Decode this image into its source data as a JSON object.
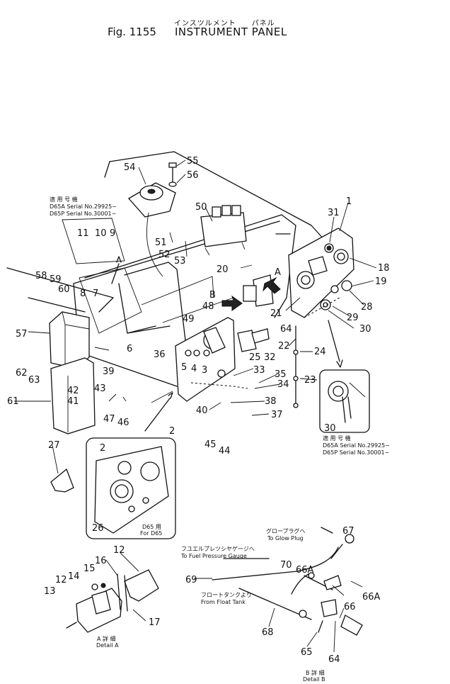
{
  "header": {
    "title_jp": "インスツルメント　　パネル",
    "fig_number": "Fig. 1155",
    "title": "INSTRUMENT PANEL"
  },
  "serial_notes": {
    "top_left": {
      "jp": "適 用 号 機",
      "line1": "D65A Serial No.29925~",
      "line2": "D65P Serial No.30001~"
    },
    "right": {
      "jp": "適 用 号 機",
      "line1": "D65A Serial No.29925~",
      "line2": "D65P Serial No.30001~"
    }
  },
  "variant_note": {
    "jp": "D65 用",
    "en": "For D65"
  },
  "detail_a": {
    "jp": "A 詳 細",
    "en": "Detail A"
  },
  "detail_b": {
    "jp": "B 詳 細",
    "en": "Detail B"
  },
  "routing_notes": {
    "glow_jp": "グロープラグへ",
    "glow_en": "To Glow Plug",
    "fuel_jp": "フユエルプレツシヤゲージへ",
    "fuel_en": "To Fuel Pressure Gauge",
    "float_jp": "フロートタンクより",
    "float_en": "From Float Tank"
  },
  "view_letters": {
    "a": "A",
    "b": "B"
  },
  "callouts": {
    "c1": "1",
    "c2": "2",
    "c2b": "2",
    "c3": "3",
    "c4": "4",
    "c5": "5",
    "c6": "6",
    "c7": "7",
    "c8": "8",
    "c9": "9",
    "c10": "10",
    "c11": "11",
    "c12": "12",
    "c12b": "12",
    "c13": "13",
    "c14": "14",
    "c15": "15",
    "c16": "16",
    "c17": "17",
    "c18": "18",
    "c19": "19",
    "c20": "20",
    "c21": "21",
    "c22": "22",
    "c23": "23",
    "c24": "24",
    "c25": "25",
    "c26": "26",
    "c27": "27",
    "c28": "28",
    "c29": "29",
    "c30": "30",
    "c30b": "30",
    "c31": "31",
    "c32": "32",
    "c33": "33",
    "c34": "34",
    "c35": "35",
    "c36": "36",
    "c37": "37",
    "c38": "38",
    "c39": "39",
    "c40": "40",
    "c41": "41",
    "c42": "42",
    "c43": "43",
    "c44": "44",
    "c45": "45",
    "c46": "46",
    "c47": "47",
    "c48": "48",
    "c49": "49",
    "c50": "50",
    "c51": "51",
    "c52": "52",
    "c53": "53",
    "c54": "54",
    "c55": "55",
    "c56": "56",
    "c57": "57",
    "c58": "58",
    "c59": "59",
    "c60": "60",
    "c61": "61",
    "c62": "62",
    "c63": "63",
    "c64": "64",
    "c64b": "64",
    "c65": "65",
    "c66": "66",
    "c66a": "66A",
    "c66ab": "66A",
    "c67": "67",
    "c68": "68",
    "c69": "69",
    "c70": "70"
  }
}
